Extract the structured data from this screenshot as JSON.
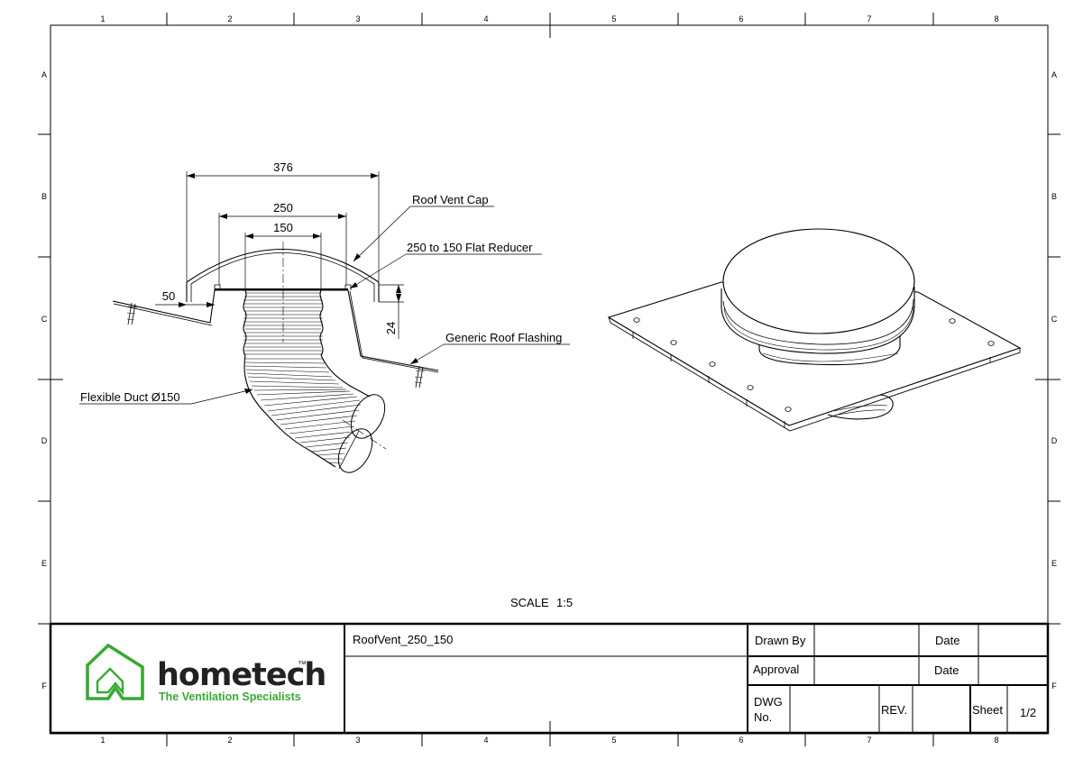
{
  "sheet": {
    "col_labels": [
      "1",
      "2",
      "3",
      "4",
      "5",
      "6",
      "7",
      "8"
    ],
    "row_labels": [
      "A",
      "B",
      "C",
      "D",
      "E",
      "F"
    ]
  },
  "drawing": {
    "dims": {
      "d376": "376",
      "d250": "250",
      "d150": "150",
      "d50": "50",
      "d24": "24"
    },
    "callouts": {
      "cap": "Roof Vent Cap",
      "reducer": "250 to 150 Flat Reducer",
      "flashing": "Generic Roof Flashing",
      "duct": "Flexible Duct Ø150"
    },
    "scale": {
      "label": "SCALE",
      "value": "1:5"
    }
  },
  "title_block": {
    "logo": {
      "word": "hometech",
      "tm": "™",
      "tagline": "The Ventilation Specialists",
      "color": "#3aa935"
    },
    "drawing_name": "RoofVent_250_150",
    "drawn_by_label": "Drawn By",
    "approval_label": "Approval",
    "date_label": "Date",
    "dwg_label": "DWG",
    "no_label": "No.",
    "rev_label": "REV.",
    "sheet_label": "Sheet",
    "sheet_value": "1/2"
  }
}
